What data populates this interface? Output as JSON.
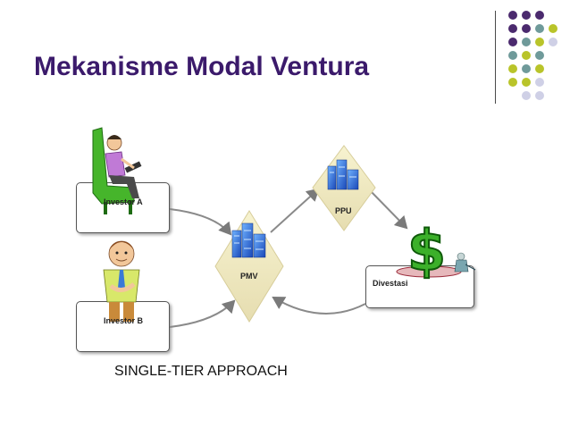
{
  "slide": {
    "title": "Mekanisme Modal Ventura",
    "caption": "SINGLE-TIER APPROACH"
  },
  "nodes": {
    "investor_a": "Investor A",
    "investor_b": "Investor B",
    "pmv": "PMV",
    "ppu": "PPU",
    "divestasi": "Divestasi"
  },
  "colors": {
    "title": "#3b1a6b",
    "dot_purple": "#4b2a6e",
    "dot_teal": "#6f9a9a",
    "dot_olive": "#b9c42a",
    "dot_lavender": "#cfd0e6",
    "arrow": "#8a8a8a",
    "dollar": "#3cb02a"
  }
}
